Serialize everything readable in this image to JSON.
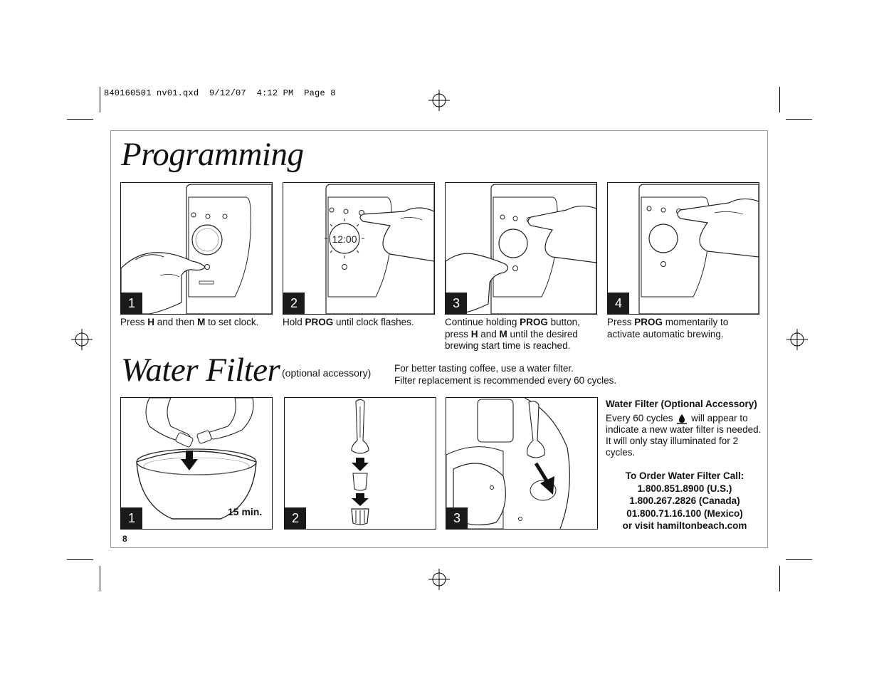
{
  "slug_line": "840160501 nv01.qxd  9/12/07  4:12 PM  Page 8",
  "programming": {
    "title": "Programming",
    "steps": [
      {
        "number": "1",
        "parts": [
          [
            "Press ",
            false
          ],
          [
            "H",
            true
          ],
          [
            " and then ",
            false
          ],
          [
            "M",
            true
          ],
          [
            " to set clock.",
            false
          ]
        ]
      },
      {
        "number": "2",
        "parts": [
          [
            "Hold ",
            false
          ],
          [
            "PROG",
            true
          ],
          [
            " until clock flashes.",
            false
          ]
        ]
      },
      {
        "number": "3",
        "parts": [
          [
            "Continue holding ",
            false
          ],
          [
            "PROG",
            true
          ],
          [
            " button, press ",
            false
          ],
          [
            "H",
            true
          ],
          [
            " and ",
            false
          ],
          [
            "M",
            true
          ],
          [
            " until the desired brewing start time is reached.",
            false
          ]
        ]
      },
      {
        "number": "4",
        "parts": [
          [
            "Press ",
            false
          ],
          [
            "PROG",
            true
          ],
          [
            " momentarily to activate automatic brewing.",
            false
          ]
        ]
      }
    ],
    "clock_display": "12:00"
  },
  "water_filter": {
    "title": "Water Filter",
    "optional_label": "(optional accessory)",
    "intro_line1": "For better tasting coffee, use a water filter.",
    "intro_line2": "Filter replacement is recommended every 60 cycles.",
    "steps": [
      "1",
      "2",
      "3"
    ],
    "soak_time": "15 min.",
    "sidebar_heading": "Water Filter (Optional Accessory)",
    "sidebar_body_before": "Every 60 cycles",
    "sidebar_body_after": "will appear to indicate a new water filter is needed. It will only stay illuminated for 2 cycles.",
    "order_lines": [
      "To Order Water Filter Call:",
      "1.800.851.8900 (U.S.)",
      "1.800.267.2826 (Canada)",
      "01.800.71.16.100 (Mexico)",
      "or visit hamiltonbeach.com"
    ]
  },
  "page_number": "8",
  "icons": [
    "registration-mark-icon",
    "water-drop-icon",
    "down-arrow-icon"
  ]
}
